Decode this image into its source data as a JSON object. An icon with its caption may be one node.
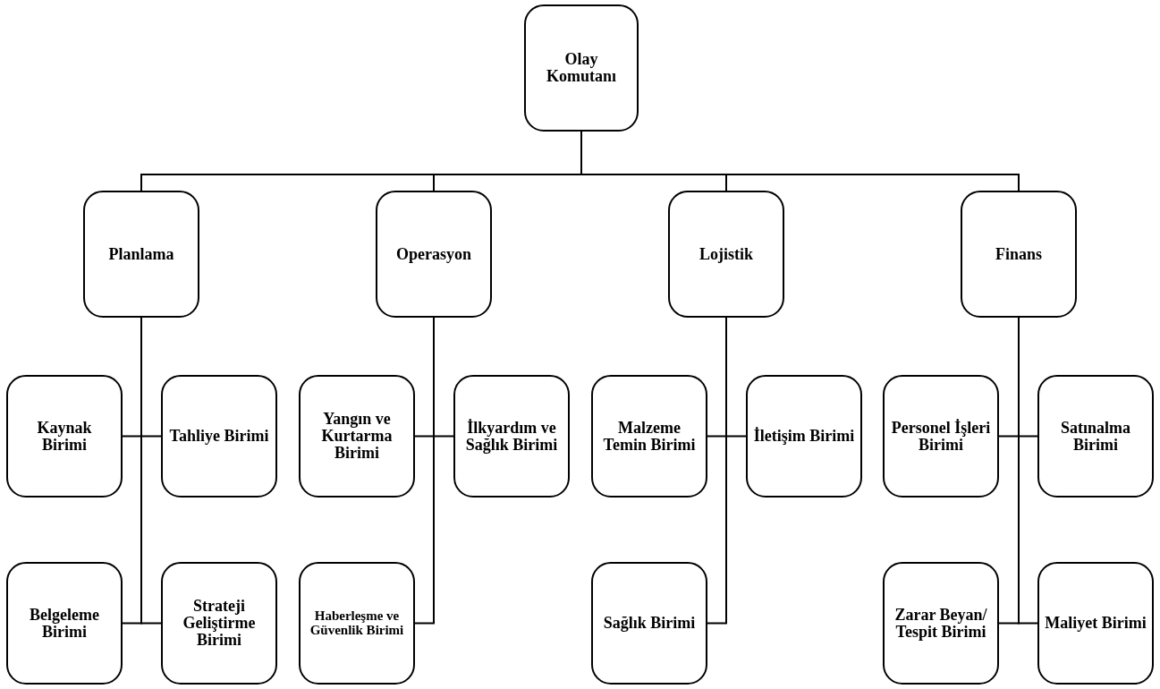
{
  "diagram": {
    "nodes": [
      {
        "text": [
          "Olay Komutanı"
        ]
      },
      {
        "text": [
          "Planlama"
        ]
      },
      {
        "text": [
          "Operasyon"
        ]
      },
      {
        "text": [
          "Lojistik"
        ]
      },
      {
        "text": [
          "Finans"
        ]
      },
      {
        "text": [
          "Kaynak Birimi"
        ]
      },
      {
        "text": [
          "Tahliye Birimi"
        ]
      },
      {
        "text": [
          "Yangın ve Kurtarma Birimi"
        ]
      },
      {
        "text": [
          "İlkyardım ve Sağlık Birimi"
        ]
      },
      {
        "text": [
          "Malzeme Temin Birimi"
        ]
      },
      {
        "text": [
          "İletişim Birimi"
        ]
      },
      {
        "text": [
          "Personel İşleri Birimi"
        ]
      },
      {
        "text": [
          "Satınalma Birimi"
        ]
      },
      {
        "text": [
          "Belgeleme Birimi"
        ]
      },
      {
        "text": [
          "Strateji Geliştirme Birimi"
        ]
      },
      {
        "text": [
          "Haberleşme ve Güvenlik Birimi"
        ]
      },
      {
        "text": [
          "Sağlık Birimi"
        ]
      },
      {
        "text": [
          "Zarar Beyan/ Tespit Birimi"
        ]
      },
      {
        "text": [
          "Maliyet Birimi"
        ]
      }
    ],
    "edges": [
      {
        "from": 0,
        "to": 1,
        "arrow": "none"
      },
      {
        "from": 0,
        "to": 2,
        "arrow": "none"
      },
      {
        "from": 0,
        "to": 3,
        "arrow": "none"
      },
      {
        "from": 0,
        "to": 4,
        "arrow": "none"
      },
      {
        "from": 1,
        "to": 5,
        "arrow": "none"
      },
      {
        "from": 1,
        "to": 6,
        "arrow": "none"
      },
      {
        "from": 1,
        "to": 13,
        "arrow": "none"
      },
      {
        "from": 1,
        "to": 14,
        "arrow": "none"
      },
      {
        "from": 2,
        "to": 7,
        "arrow": "none"
      },
      {
        "from": 2,
        "to": 8,
        "arrow": "none"
      },
      {
        "from": 2,
        "to": 15,
        "arrow": "none"
      },
      {
        "from": 3,
        "to": 9,
        "arrow": "none"
      },
      {
        "from": 3,
        "to": 10,
        "arrow": "none"
      },
      {
        "from": 3,
        "to": 16,
        "arrow": "none"
      },
      {
        "from": 4,
        "to": 11,
        "arrow": "none"
      },
      {
        "from": 4,
        "to": 12,
        "arrow": "none"
      },
      {
        "from": 4,
        "to": 17,
        "arrow": "none"
      },
      {
        "from": 4,
        "to": 18,
        "arrow": "none"
      }
    ]
  }
}
